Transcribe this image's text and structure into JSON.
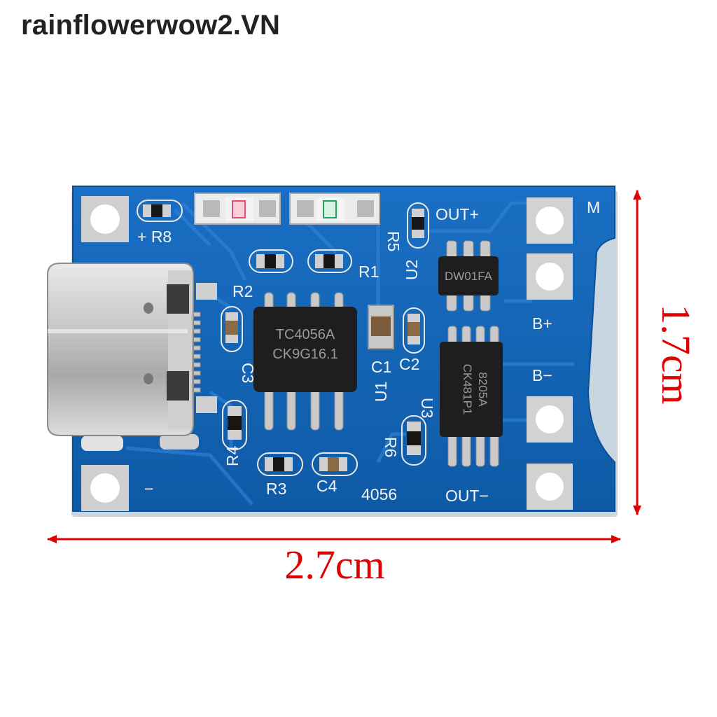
{
  "watermark": "rainflowerwow2.VN",
  "dimensions": {
    "width_label": "2.7cm",
    "height_label": "1.7cm",
    "color": "#e00000"
  },
  "board": {
    "color": "#1565b8",
    "model": "4056",
    "silkscreen": {
      "plus_r8": "+ R8",
      "r2": "R2",
      "r1": "R1",
      "r5": "R5",
      "out_plus": "OUT+",
      "u2": "U2",
      "m": "M",
      "b_plus": "B+",
      "b_minus": "B−",
      "c3": "C3",
      "c1": "C1",
      "c2": "C2",
      "u1": "U1",
      "u3": "U3",
      "r6": "R6",
      "r4": "R4",
      "r3": "R3",
      "c4": "C4",
      "minus": "−",
      "out_minus": "OUT−"
    },
    "chips": {
      "tc4056_line1": "TC4056A",
      "tc4056_line2": "CK9G16.1",
      "dw01_line1": "DW01FA",
      "fs8205_line1": "8205A",
      "fs8205_line2": "CK481P1"
    }
  }
}
